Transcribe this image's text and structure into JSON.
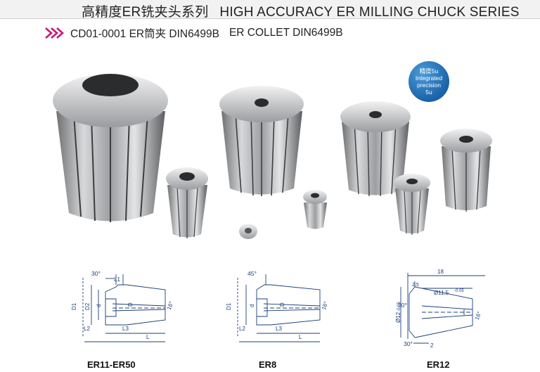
{
  "header": {
    "title_cn": "高精度ER铣夹头系列",
    "title_en": "HIGH ACCURACY ER MILLING CHUCK SERIES"
  },
  "subtitle": {
    "code": "CD01-0001 ER筒夹  DIN6499B",
    "english": "ER COLLET DIN6499B"
  },
  "badge": {
    "line1": "精度5u",
    "line2": "Integrated",
    "line3": "precision",
    "line4": "5u"
  },
  "drawings": [
    {
      "caption": "ER11-ER50",
      "labels": {
        "angle": "30°",
        "l1": "L1",
        "d1": "D1",
        "d2": "D2",
        "d": "d",
        "D": "D",
        "angle2": "16°",
        "l2": "L2",
        "l3": "L3",
        "L": "L"
      }
    },
    {
      "caption": "ER8",
      "labels": {
        "angle": "45°",
        "d1": "D1",
        "d": "d",
        "D": "D",
        "angle2": "16°",
        "l2": "L2",
        "l3": "L3",
        "L": "L"
      }
    },
    {
      "caption": "ER12",
      "labels": {
        "len": "18",
        "h": "2.5",
        "dim": "Ø11.5",
        "tol": "-0.05",
        "angle": "30°",
        "dia": "Ø12",
        "dia_tol": "-0.05",
        "angle2": "16°",
        "angle3": "30°",
        "bottom": "2"
      }
    }
  ],
  "colors": {
    "accent": "#c8177a",
    "badge": "#1a63a8"
  },
  "icons": {
    "subtitle": "double-chevron-icon"
  }
}
